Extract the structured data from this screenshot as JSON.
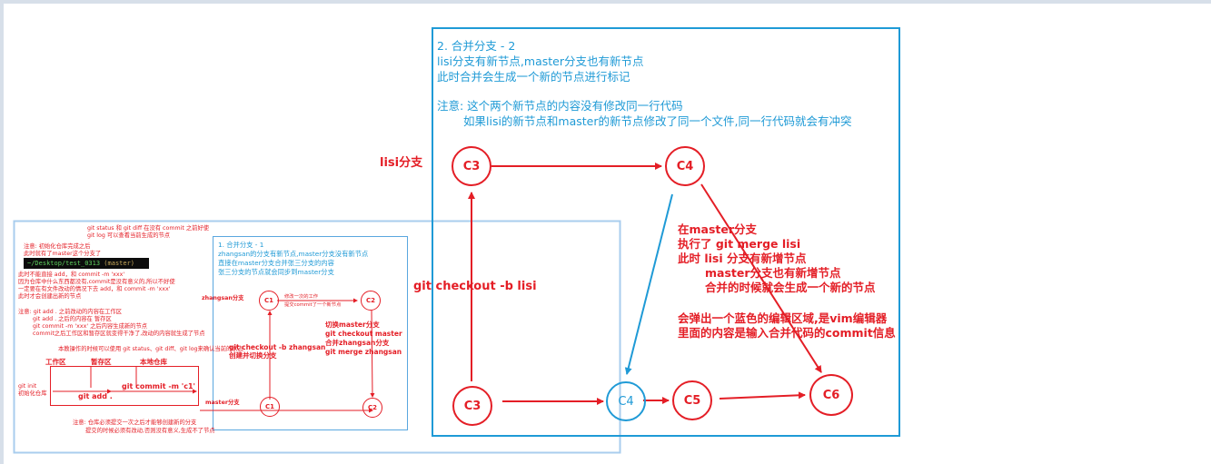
{
  "right_panel": {
    "title": "2. 合并分支 - 2",
    "lines": [
      "lisi分支有新节点,master分支也有新节点",
      "此时合并会生成一个新的节点进行标记",
      "注意: 这个两个新节点的内容没有修改同一行代码",
      "如果lisi的新节点和master的新节点修改了同一个文件,同一行代码就会有冲突"
    ],
    "lisi_branch_label": "lisi分支",
    "checkout_label": "git checkout -b lisi",
    "merge_notes": [
      "在master分支",
      "执行了 git merge lisi",
      "此时 lisi 分支有新增节点",
      "master分支也有新增节点",
      "合并的时候就会生成一个新的节点",
      "会弹出一个蓝色的编辑区域,是vim编辑器",
      "里面的内容是输入合并代码的commit信息"
    ],
    "nodes": [
      "C3",
      "C4",
      "C3",
      "C4",
      "C5",
      "C6"
    ]
  },
  "left_panel": {
    "header": [
      "git status 和 git diff 在没有 commit 之前好使",
      "git log 可以查看当前生成的节点"
    ],
    "note_init": [
      "注意: 初始化仓库完成之后",
      "此时就有了master这个分支了"
    ],
    "terminal_path": "~/Desktop/test_0313",
    "terminal_branch": "(master)",
    "note_commit": [
      "此时不能直接 add，和 commit -m 'xxx'",
      "因为仓库中什么东西都没有,commit是没有意义的,所以不好使",
      "一定要在有文件改动的情况下去 add，和 commit -m 'xxx'",
      "此时才会创建出新的节点"
    ],
    "note_add": [
      "注意: git add . 之前改动的内容在工作区",
      "git add . 之后的内容在 暂存区",
      "git commit -m 'xxx' 之后内容生成新的节点",
      "commit之后工作区和暂存区就变得干净了,改动的内容就生成了节点"
    ],
    "note_status": "本教操作的时候可以使用 git status、git diff、git log来确认当前的状态",
    "areas": [
      "工作区",
      "暂存区",
      "本地仓库"
    ],
    "git_init": "git init",
    "init_repo": "初始化仓库",
    "git_add": "git add .",
    "git_commit": "git commit -m 'c1'",
    "bottom_note": [
      "注意: 仓库必须提交一次之后才能够创建新的分支",
      "提交的时候必须有改动,否则没有意义,生成不了节点"
    ],
    "master_label": "master分支",
    "zhangsan_label": "zhangsan分支"
  },
  "inner_panel": {
    "lines": [
      "1. 合并分支 - 1",
      "zhangsan的分支有新节点,master分支没有新节点",
      "直接在master分支合并张三分支的内容",
      "张三分支的节点就会同步到master分支"
    ],
    "work_note": [
      "修改一次的工作",
      "提交commit了一个新节点"
    ],
    "checkout_cmd": [
      "git checkout -b zhangsan",
      "创建并切换分支"
    ],
    "merge_cmd": [
      "切换master分支",
      "git checkout master",
      "合并zhangsan分支",
      "git merge zhangsan"
    ],
    "nodes": [
      "C1",
      "C2",
      "C1",
      "C2"
    ]
  },
  "colors": {
    "red": "#e41e26",
    "blue": "#1f9ad6",
    "panel_border": "#5aa7df"
  }
}
